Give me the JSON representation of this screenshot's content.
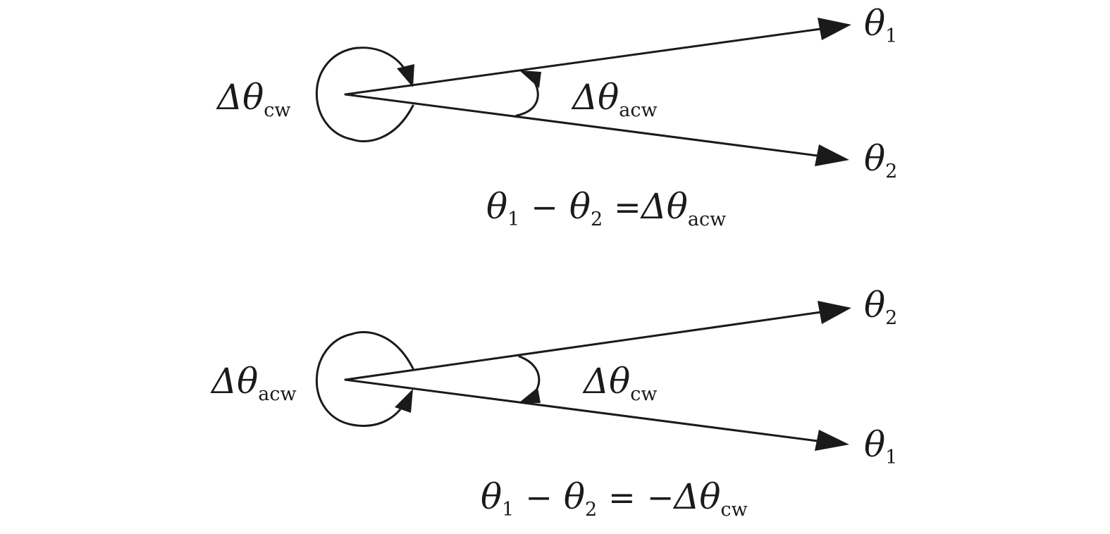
{
  "colors": {
    "ink": "#1a1a1a",
    "background": "#ffffff"
  },
  "panel_top": {
    "ray_upper_label": {
      "symbol": "θ",
      "subscript": "1"
    },
    "ray_lower_label": {
      "symbol": "θ",
      "subscript": "2"
    },
    "outer_angle_label": {
      "symbol": "Δθ",
      "subscript": "cw"
    },
    "inner_angle_label": {
      "symbol": "Δθ",
      "subscript": "acw"
    },
    "equation": {
      "a": "θ",
      "a_sub": "1",
      "minus": "−",
      "b": "θ",
      "b_sub": "2",
      "equals": "=",
      "rhs_sign": "",
      "rhs": "Δθ",
      "rhs_sub": "acw"
    }
  },
  "panel_bottom": {
    "ray_upper_label": {
      "symbol": "θ",
      "subscript": "2"
    },
    "ray_lower_label": {
      "symbol": "θ",
      "subscript": "1"
    },
    "outer_angle_label": {
      "symbol": "Δθ",
      "subscript": "acw"
    },
    "inner_angle_label": {
      "symbol": "Δθ",
      "subscript": "cw"
    },
    "equation": {
      "a": "θ",
      "a_sub": "1",
      "minus": "−",
      "b": "θ",
      "b_sub": "2",
      "equals": "=",
      "rhs_sign": "−",
      "rhs": "Δθ",
      "rhs_sub": "cw"
    }
  }
}
